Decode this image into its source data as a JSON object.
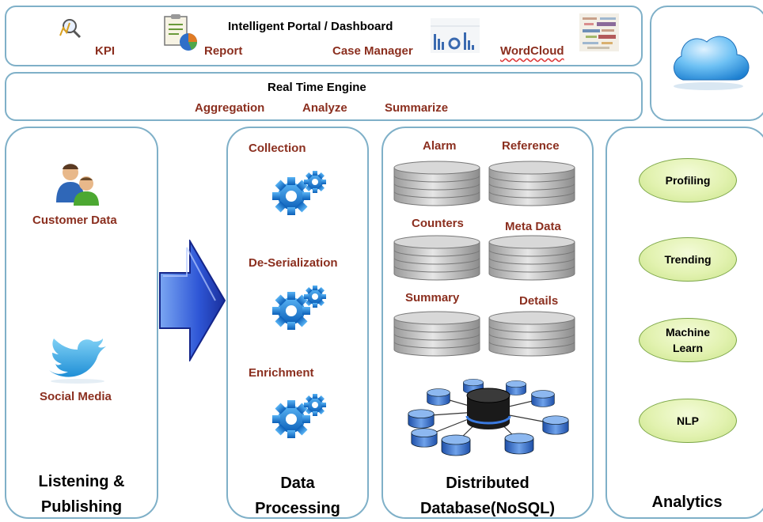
{
  "portal": {
    "title": "Intelligent Portal / Dashboard",
    "items": [
      {
        "label": "KPI",
        "icon": "kpi-search-icon"
      },
      {
        "label": "Report",
        "icon": "report-clipboard-pie-icon"
      },
      {
        "label": "Case Manager",
        "icon": "bar-chart-icon"
      },
      {
        "label": "WordCloud",
        "icon": "word-cloud-icon"
      }
    ]
  },
  "engine": {
    "title": "Real Time Engine",
    "items": [
      "Aggregation",
      "Analyze",
      "Summarize"
    ]
  },
  "cloud": {
    "icon": "cloud-icon"
  },
  "listening": {
    "sources": [
      {
        "label": "Customer Data",
        "icon": "users-icon"
      },
      {
        "label": "Social Media",
        "icon": "twitter-bird-icon"
      }
    ],
    "title_line1": "Listening &",
    "title_line2": "Publishing"
  },
  "arrow": {
    "icon": "right-arrow-icon"
  },
  "processing": {
    "steps": [
      {
        "label": "Collection",
        "icon": "gears-icon"
      },
      {
        "label": "De-Serialization",
        "icon": "gears-icon"
      },
      {
        "label": "Enrichment",
        "icon": "gears-icon"
      }
    ],
    "title_line1": "Data",
    "title_line2": "Processing"
  },
  "database": {
    "stores": [
      "Alarm",
      "Reference",
      "Counters",
      "Meta Data",
      "Summary",
      "Details"
    ],
    "title_line1": "Distributed",
    "title_line2": "Database(NoSQL)"
  },
  "analytics": {
    "items": [
      {
        "line1": "Profiling",
        "line2": ""
      },
      {
        "line1": "Trending",
        "line2": ""
      },
      {
        "line1": "Machine",
        "line2": "Learn"
      },
      {
        "line1": "NLP",
        "line2": ""
      }
    ],
    "title": "Analytics"
  },
  "colors": {
    "border": "#7fb0c8",
    "label_brown": "#8b2f1f",
    "gear_blue": "#1f7fd0",
    "arrow_blue": "#1c3fb8",
    "pill_green": "#e2f2b0"
  }
}
